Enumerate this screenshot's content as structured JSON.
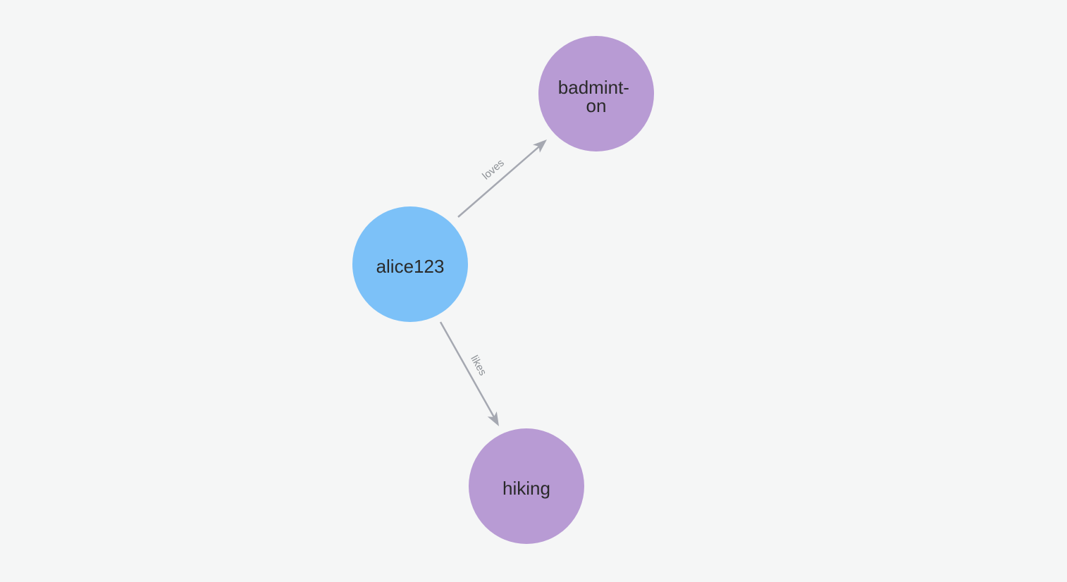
{
  "canvas": {
    "background": "#F5F6F6"
  },
  "colors": {
    "person_node": "#7CC1F8",
    "interest_node": "#B89BD4",
    "edge": "#A5A8B1",
    "edge_label": "#8D9196",
    "node_label": "#2A2A2A"
  },
  "graph": {
    "nodes": [
      {
        "id": "alice123",
        "label": "alice123",
        "type": "person"
      },
      {
        "id": "badminton",
        "label_lines": [
          "badmint-",
          "on"
        ],
        "type": "interest"
      },
      {
        "id": "hiking",
        "label": "hiking",
        "type": "interest"
      }
    ],
    "edges": [
      {
        "from": "alice123",
        "to": "badminton",
        "label": "loves"
      },
      {
        "from": "alice123",
        "to": "hiking",
        "label": "likes"
      }
    ]
  }
}
